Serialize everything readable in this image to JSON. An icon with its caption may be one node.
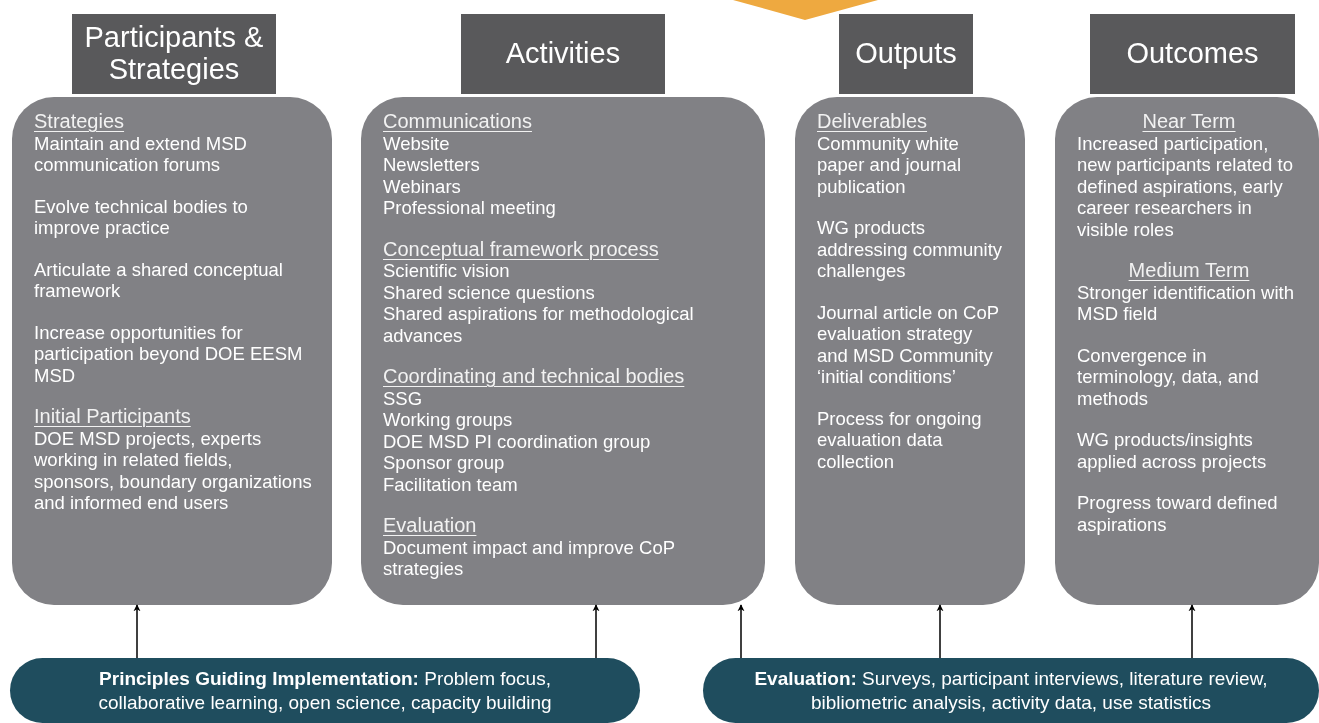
{
  "diagram": {
    "nodes": [
      {
        "text": [
          "Participants & Strategies"
        ]
      },
      {
        "text": [
          "Strategies",
          "Maintain and extend MSD communication forums",
          "Evolve technical bodies to improve practice",
          "Articulate a shared conceptual framework",
          "Increase opportunities for participation beyond DOE EESM MSD",
          "Initial Participants",
          "DOE MSD projects, experts working in related fields, sponsors, boundary organizations and informed end users"
        ]
      },
      {
        "text": [
          "Activities"
        ]
      },
      {
        "text": [
          "Communications",
          "Website",
          "Newsletters",
          "Webinars",
          "Professional meeting",
          "Conceptual framework process",
          "Scientific vision",
          "Shared science questions",
          "Shared aspirations for methodological advances",
          "Coordinating and technical bodies",
          "SSG",
          "Working groups",
          "DOE MSD PI coordination group",
          "Sponsor group",
          "Facilitation team",
          "Evaluation",
          "Document impact and improve CoP strategies"
        ]
      },
      {
        "text": [
          "Outputs"
        ]
      },
      {
        "text": [
          "Deliverables",
          "Community white paper and journal publication",
          "WG products addressing community challenges",
          "Journal article on CoP evaluation strategy and MSD Community ‘initial conditions’",
          "Process for ongoing evaluation data collection"
        ]
      },
      {
        "text": [
          "Outcomes"
        ]
      },
      {
        "text": [
          "Near Term",
          "Increased participation, new participants related to defined aspirations, early career researchers in visible roles",
          "Medium Term",
          "Stronger identification with MSD field",
          "Convergence in terminology, data, and methods",
          "WG products/insights applied across projects",
          "Progress toward defined aspirations"
        ]
      },
      {
        "text": [
          "**Principles Guiding Implementation:** Problem focus, collaborative learning, open science, capacity building"
        ]
      },
      {
        "text": [
          "**Evaluation:** Surveys, participant interviews, literature review, bibliometric analysis, activity data, use statistics"
        ]
      },
      {
        "text": [],
        "shape": "triangle"
      }
    ],
    "edges": [
      {
        "from": 8,
        "to": 1,
        "arrow": "to"
      },
      {
        "from": 8,
        "to": 3,
        "arrow": "to"
      },
      {
        "from": 9,
        "to": 3,
        "arrow": "to"
      },
      {
        "from": 9,
        "to": 5,
        "arrow": "to"
      },
      {
        "from": 9,
        "to": 7,
        "arrow": "to"
      }
    ]
  }
}
